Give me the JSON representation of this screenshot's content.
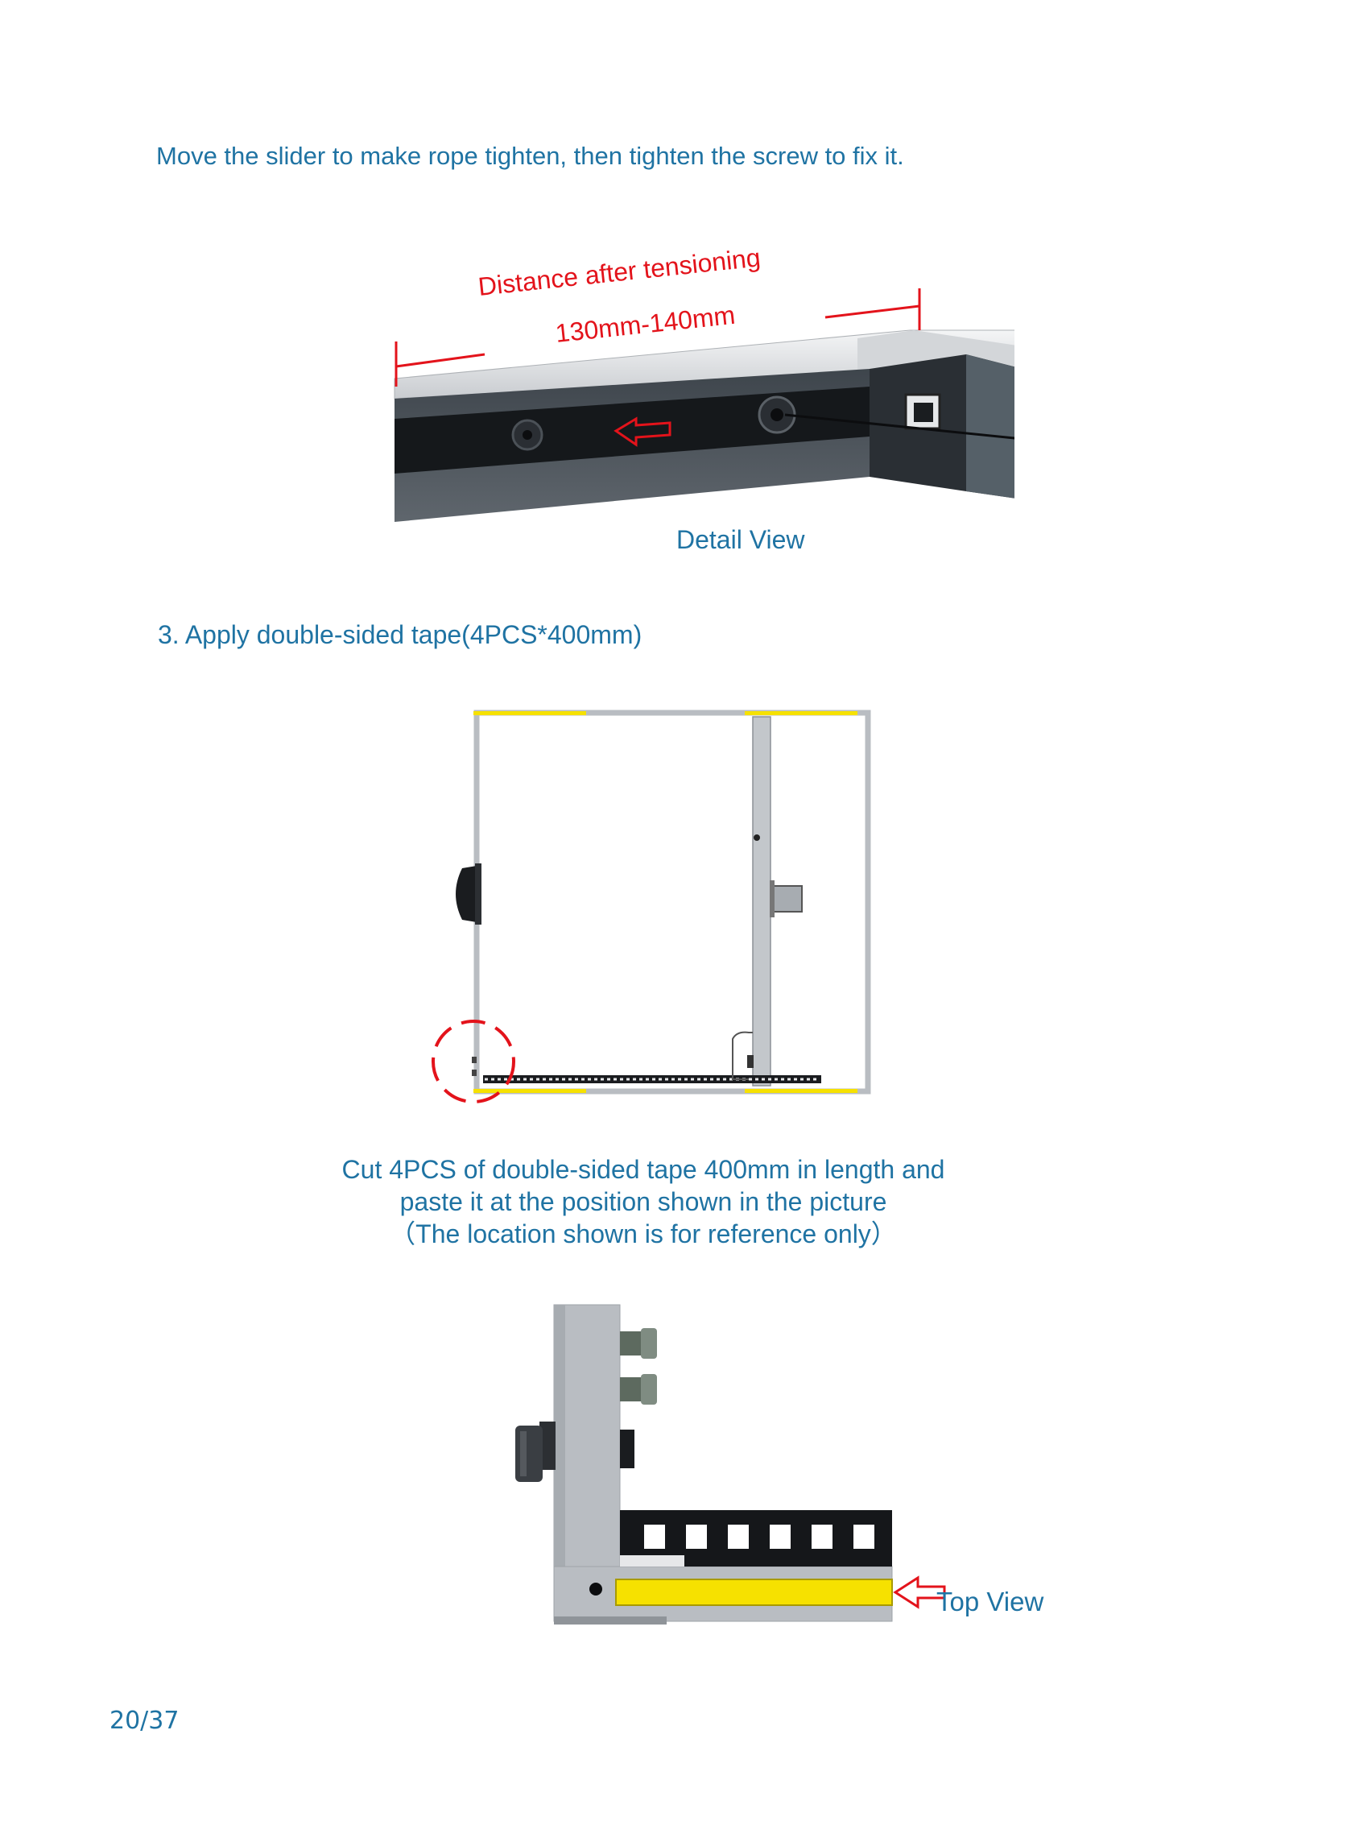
{
  "intro_text": "Move the slider to make rope tighten, then tighten the screw to fix it.",
  "detail_figure": {
    "label_line1": "Distance after tensioning",
    "label_line2": "130mm-140mm",
    "caption": "Detail View"
  },
  "step3_heading": "3. Apply double-sided tape(4PCS*400mm)",
  "cut_caption": {
    "line1": "Cut 4PCS of double-sided tape 400mm in length and",
    "line2": "paste it at the position shown in the picture",
    "line3": "（The location shown is for reference only）"
  },
  "top_view_label": "Top View",
  "page_number": "20/37",
  "colors": {
    "text_blue": "#1f73a3",
    "annotation_red": "#e3131b",
    "tape_yellow": "#f6e100",
    "frame_gray": "#b9bdc2"
  }
}
